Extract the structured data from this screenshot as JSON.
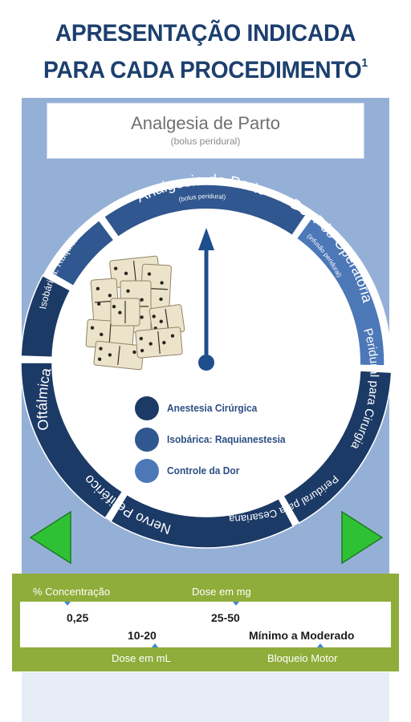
{
  "header": {
    "title_line1": "APRESENTAÇÃO INDICADA",
    "title_line2": "PARA CADA PROCEDIMENTO",
    "title_sup": "1"
  },
  "selected": {
    "name": "Analgesia de Parto",
    "note": "(bolus peridural)"
  },
  "wheel": {
    "segments": [
      {
        "label": "Analgesia de Parto",
        "note": "(bolus peridural)"
      },
      {
        "label": "Dor Pós-Operatória",
        "note": "(infusão peridural)"
      },
      {
        "label": "Peridural para Cirurgia",
        "note": ""
      },
      {
        "label": "Peridural para Cesariana",
        "note": ""
      },
      {
        "label": "Nervo Periférico",
        "note": ""
      },
      {
        "label": "Oftálmica",
        "note": ""
      },
      {
        "label": "Isobárica: Raquianestesia",
        "note": ""
      }
    ]
  },
  "legend": [
    {
      "label": "Anestesia Cirúrgica",
      "color": "#1c3a66"
    },
    {
      "label": "Isobárica: Raquianestesia",
      "color": "#30578f"
    },
    {
      "label": "Controle da Dor",
      "color": "#4c78b8"
    }
  ],
  "info": {
    "concentration_label": "% Concentração",
    "concentration_value": "0,25",
    "dose_mg_label": "Dose em mg",
    "dose_mg_value": "25-50",
    "dose_ml_label": "Dose em mL",
    "dose_ml_value": "10-20",
    "motor_label": "Bloqueio Motor",
    "motor_value": "Mínimo a Moderado"
  },
  "colors": {
    "title": "#1c3f6e",
    "panel": "#95b0d6",
    "ring_dark": "#1c3a66",
    "ring_mid": "#30578f",
    "ring_light": "#4c78b8",
    "info_green": "#8fad3a",
    "nav_green": "#2fc135"
  },
  "icons": {
    "left": "left-triangle-icon",
    "right": "right-triangle-icon",
    "pointer": "pointer-arrow-icon",
    "image": "dominoes-image"
  }
}
